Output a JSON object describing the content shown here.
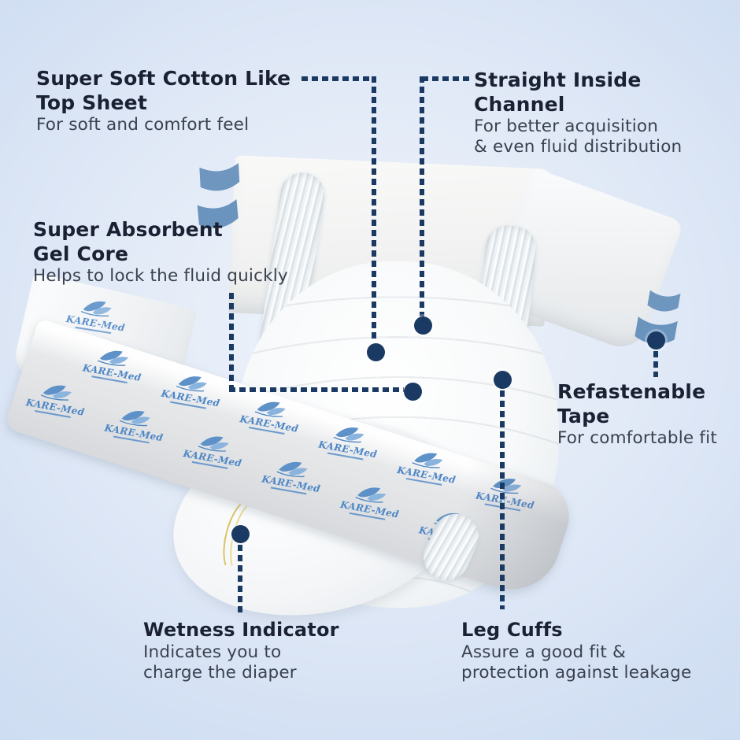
{
  "brand": {
    "name": "KARE-Med"
  },
  "callouts": {
    "top_sheet": {
      "title_line1": "Super Soft Cotton Like",
      "title_line2": "Top Sheet",
      "desc_line1": "For soft and comfort feel"
    },
    "inside_channel": {
      "title_line1": "Straight Inside",
      "title_line2": "Channel",
      "desc_line1": "For better acquisition",
      "desc_line2": "& even fluid distribution"
    },
    "gel_core": {
      "title_line1": "Super Absorbent",
      "title_line2": "Gel Core",
      "desc_line1": "Helps to lock the fluid quickly"
    },
    "refastenable_tape": {
      "title_line1": "Refastenable",
      "title_line2": "Tape",
      "desc_line1": "For comfortable fit"
    },
    "wetness_indicator": {
      "title_line1": "Wetness Indicator",
      "desc_line1": "Indicates you to",
      "desc_line2": "charge the diaper"
    },
    "leg_cuffs": {
      "title_line1": "Leg Cuffs",
      "desc_line1": "Assure a good fit &",
      "desc_line2": "protection against leakage"
    }
  },
  "colors": {
    "connector_navy": "#1a3a63",
    "heading_text": "#1a2133",
    "body_text": "#39414f",
    "tape_blue": "#6e96bf",
    "logo_blue": "#4d86c6",
    "wetness_yellow": "#d9c35f",
    "background_edge": "#cbdbf2",
    "background_center": "#eff4fb"
  }
}
